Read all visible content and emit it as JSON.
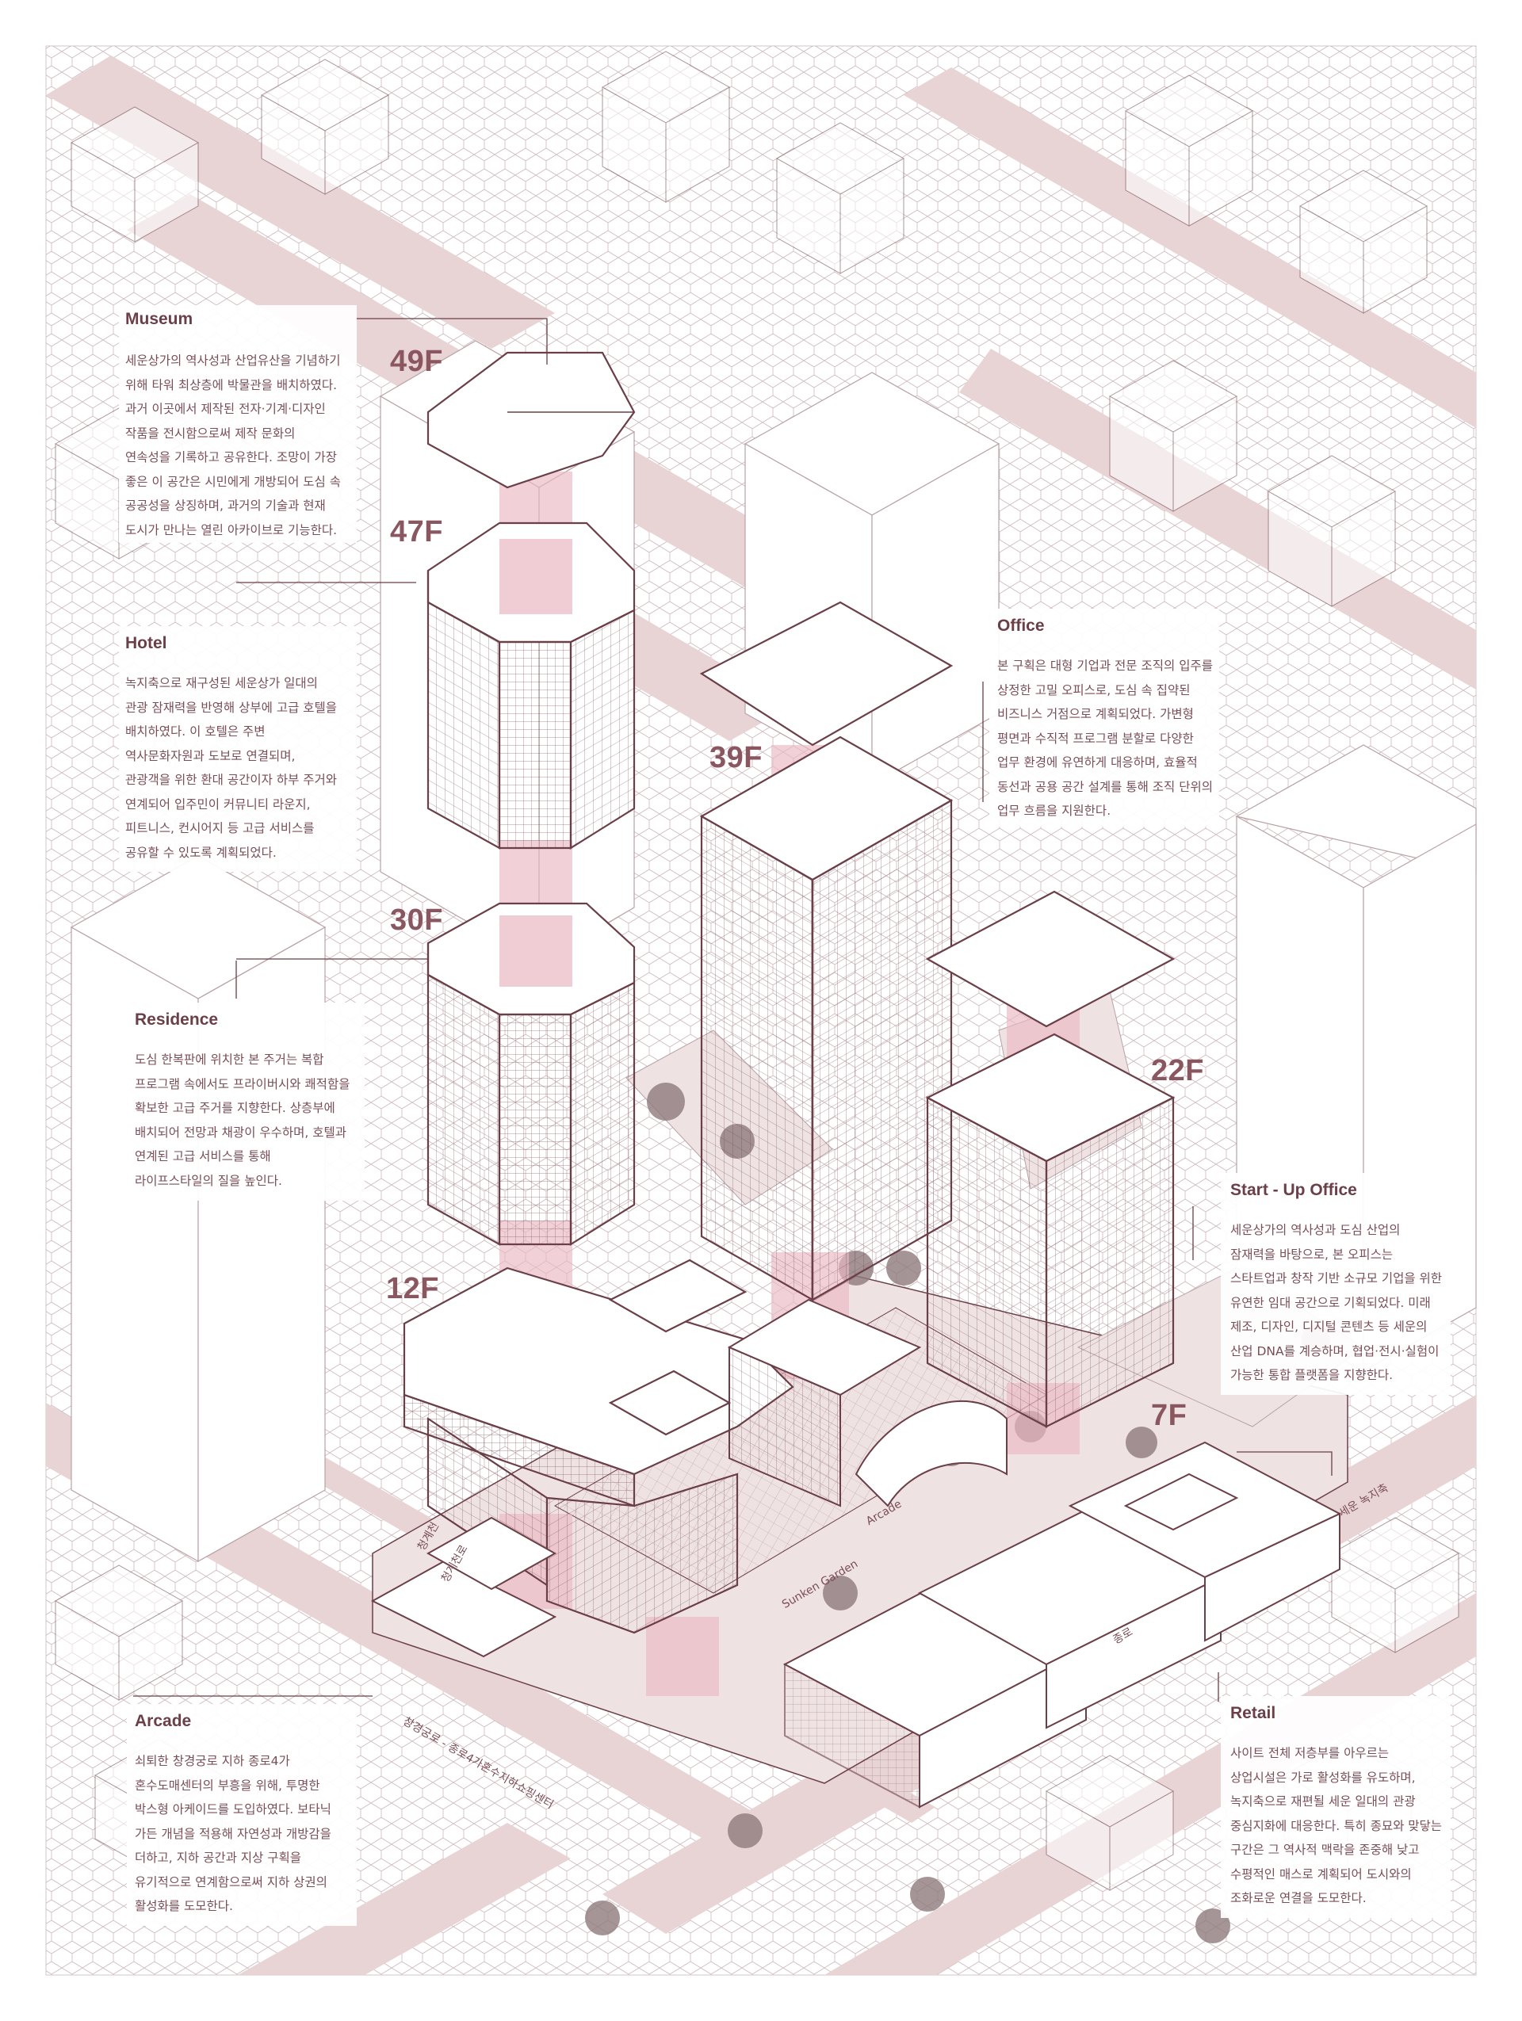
{
  "colors": {
    "line": "#6b3f47",
    "road": "#e8d3d5",
    "ground": "#efe2e3",
    "shaft": "#e9b8c2",
    "floor_label": "#8a5660",
    "text": "#7a4e56",
    "tree": "#8f7a7c"
  },
  "floors": {
    "f49": "49F",
    "f47": "47F",
    "f39": "39F",
    "f30": "30F",
    "f22": "22F",
    "f12": "12F",
    "f7": "7F"
  },
  "panels": {
    "museum": {
      "title": "Museum",
      "body": "세운상가의 역사성과 산업유산을 기념하기\n위해 타워 최상층에 박물관을 배치하였다.\n과거 이곳에서 제작된 전자·기계·디자인\n작품을 전시함으로써 제작 문화의\n연속성을 기록하고 공유한다. 조망이 가장\n좋은 이 공간은 시민에게 개방되어 도심 속\n공공성을 상징하며, 과거의 기술과 현재\n도시가 만나는 열린 아카이브로 기능한다."
    },
    "hotel": {
      "title": "Hotel",
      "body": "녹지축으로 재구성된 세운상가 일대의\n관광 잠재력을 반영해 상부에 고급 호텔을\n배치하였다. 이 호텔은 주변\n역사문화자원과 도보로 연결되며,\n관광객을 위한 환대 공간이자 하부 주거와\n연계되어 입주민이 커뮤니티 라운지,\n피트니스, 컨시어지 등 고급 서비스를\n공유할 수 있도록 계획되었다."
    },
    "residence": {
      "title": "Residence",
      "body": "도심 한복판에 위치한 본 주거는 복합\n프로그램 속에서도 프라이버시와 쾌적함을\n확보한 고급 주거를 지향한다. 상층부에\n배치되어 전망과 채광이 우수하며, 호텔과\n연계된 고급 서비스를 통해\n라이프스타일의 질을 높인다."
    },
    "office": {
      "title": "Office",
      "body": "본 구획은 대형 기업과 전문 조직의 입주를\n상정한 고밀 오피스로, 도심 속 집약된\n비즈니스 거점으로 계획되었다. 가변형\n평면과 수직적 프로그램 분할로 다양한\n업무 환경에 유연하게 대응하며, 효율적\n동선과 공용 공간 설계를 통해 조직 단위의\n업무 흐름을 지원한다."
    },
    "startup": {
      "title": "Start - Up Office",
      "body": "세운상가의 역사성과 도심 산업의\n잠재력을 바탕으로, 본 오피스는\n스타트업과 창작 기반 소규모 기업을 위한\n유연한 임대 공간으로 기획되었다. 미래\n제조, 디자인, 디지털 콘텐츠 등 세운의\n산업 DNA를 계승하며, 협업·전시·실험이\n가능한 통합 플랫폼을 지향한다."
    },
    "arcade": {
      "title": "Arcade",
      "body": "쇠퇴한 창경궁로 지하 종로4가\n혼수도매센터의 부흥을 위해, 투명한\n박스형 아케이드를 도입하였다. 보타닉\n가든 개념을 적용해 자연성과 개방감을\n더하고, 지하 공간과 지상 구획을\n유기적으로 연계함으로써 지하 상권의\n활성화를 도모한다."
    },
    "retail": {
      "title": "Retail",
      "body": "사이트 전체 저층부를 아우르는\n상업시설은 가로 활성화를 유도하며,\n녹지축으로 재편될 세운 일대의 관광\n중심지화에 대응한다. 특히 종묘와 맞닿는\n구간은 그 역사적 맥락을 존중해 낮고\n수평적인 매스로 계획되어 도시와의\n조화로운 연결을 도모한다."
    }
  },
  "map_labels": {
    "cheonggyecheon": "청계천",
    "cheonggyecheon_ro": "청계천로",
    "changgyeonggung_ro": "창경궁로 - 종로4가혼수지하쇼핑센터",
    "jongno": "종로",
    "seun_green_axis": "세운 녹지축",
    "arcade": "Arcade",
    "sunken_garden": "Sunken Garden"
  }
}
